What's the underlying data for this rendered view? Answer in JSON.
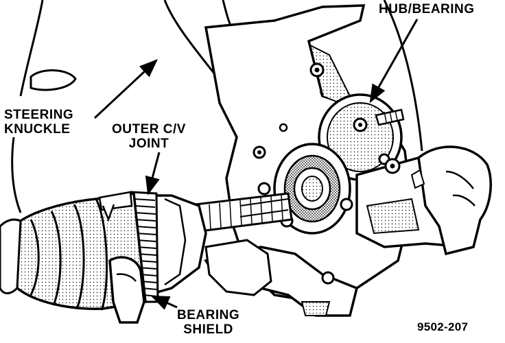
{
  "labels": {
    "hub_bearing": "HUB/BEARING",
    "steering_knuckle": [
      "STEERING",
      "KNUCKLE"
    ],
    "outer_cv_joint": [
      "OUTER C/V",
      "JOINT"
    ],
    "bearing_shield": [
      "BEARING",
      "SHIELD"
    ]
  },
  "figure_code": "9502-207"
}
